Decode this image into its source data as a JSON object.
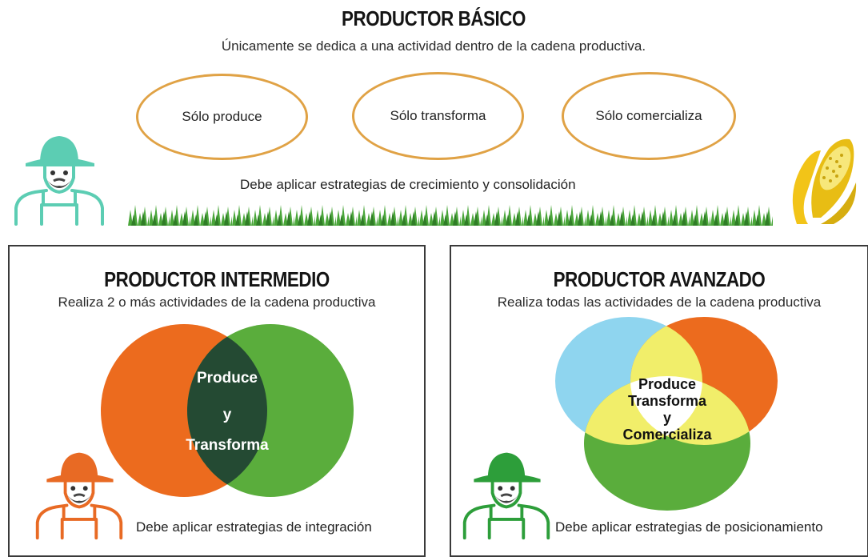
{
  "basic": {
    "title": "PRODUCTOR BÁSICO",
    "subtitle": "Únicamente se dedica a una actividad dentro de la cadena productiva.",
    "activities": [
      "Sólo produce",
      "Sólo transforma",
      "Sólo comercializa"
    ],
    "strategy": "Debe aplicar estrategias de crecimiento y consolidación"
  },
  "intermediate": {
    "title": "PRODUCTOR INTERMEDIO",
    "subtitle": "Realiza 2 o más actividades de la cadena productiva",
    "overlap_lines": [
      "Produce",
      "y",
      "Transforma"
    ],
    "strategy": "Debe aplicar estrategias de integración"
  },
  "advanced": {
    "title": "PRODUCTOR AVANZADO",
    "subtitle": "Realiza todas las actividades de la cadena productiva",
    "overlap_lines": [
      "Produce",
      "Transforma",
      "y",
      "Comercializa"
    ],
    "strategy": "Debe aplicar estrategias de posicionamiento"
  },
  "colors": {
    "oval_border": "#e0a245",
    "farmer_basic": "#5ccdb3",
    "farmer_intermediate": "#e86a24",
    "farmer_advanced": "#2d9e3a",
    "grass": "#4aa63a",
    "venn_orange": "#ec6b1e",
    "venn_green": "#5aad3c",
    "venn_dark_overlap": "#244a33",
    "venn_blue": "#8fd5ef",
    "venn_yellow": "#f1ee6a",
    "corn": "#f2c418"
  },
  "icons": [
    "farmer-icon",
    "corn-icon",
    "grass-strip"
  ]
}
